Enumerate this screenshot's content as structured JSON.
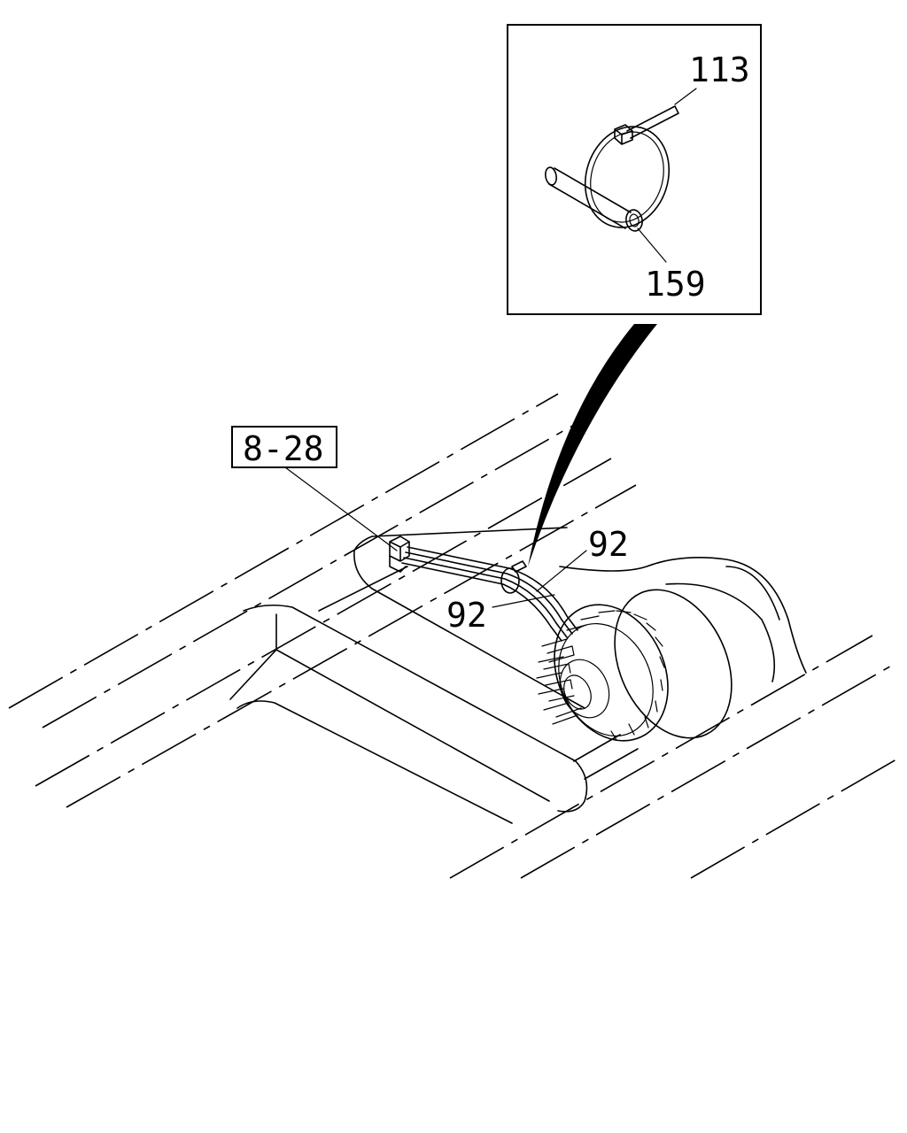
{
  "labels": {
    "ref_box": "8-28",
    "tie_part": "113",
    "tube_part": "159",
    "harness_upper": "92",
    "harness_lower": "92"
  },
  "colors": {
    "ink": "#000000",
    "paper": "#ffffff"
  }
}
